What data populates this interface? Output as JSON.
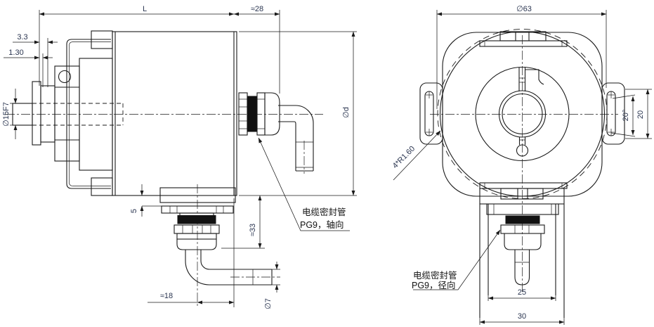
{
  "drawing": {
    "side_view": {
      "dim_length": "L",
      "dim_gland_depth": "≈28",
      "dim_step1": "3.3",
      "dim_step2": "1.30",
      "dim_shaft": "∅15F7",
      "dim_body_dia": "∅d",
      "dim_boss": "5",
      "dim_gland_height": "≈33",
      "dim_gland_offset": "≈18",
      "dim_cable_dia": "∅7",
      "axial_note_line1": "电缆密封管",
      "axial_note_line2": "PG9，轴向"
    },
    "front_view": {
      "dim_outer_dia": "∅63",
      "dim_slot_angle": "20°",
      "dim_tab": "20",
      "dim_fillet": "4*R1.60",
      "dim_bracket_inner": "25",
      "dim_bracket_outer": "30",
      "radial_note_line1": "电缆密封管",
      "radial_note_line2": "PG9，径向"
    },
    "colors": {
      "line": "#1a1a1a",
      "dimension_text": "#2a3550",
      "background": "#ffffff"
    }
  }
}
